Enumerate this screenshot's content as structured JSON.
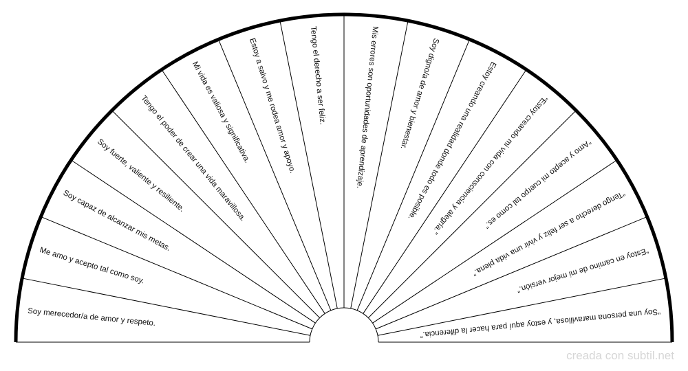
{
  "colors": {
    "outline": "#000000",
    "background": "#ffffff",
    "text": "#111111",
    "watermark": "#d6d6d6"
  },
  "segments": [
    "Soy merecedor/a de amor y respeto.",
    "Me amo y acepto tal como soy.",
    "Soy capaz de alcanzar mis metas.",
    "Soy fuerte, valiente y resiliente.",
    "Tengo el poder de crear una vida maravillosa.",
    "Mi vida es valiosa y significativa.",
    "Estoy a salvo y me rodea amor y apoyo.",
    "Tengo el derecho a ser feliz.",
    "Mis errores son oportunidades de aprendizaje.",
    "Soy digno/a de amor y bienestar.",
    "Estoy creando una realidad donde todo es posible.",
    "“Estoy creando mi vida con consciencia y alegría.”",
    "“Amo y acepto mi cuerpo tal como es.”",
    "“Tengo derecho a ser feliz y vivir una vida plena.”",
    "“Estoy en camino de mi mejor versión.”",
    "“Soy una persona maravillosa, y estoy aquí para hacer la diferencia.”"
  ],
  "watermark": "creada con subtil.net"
}
